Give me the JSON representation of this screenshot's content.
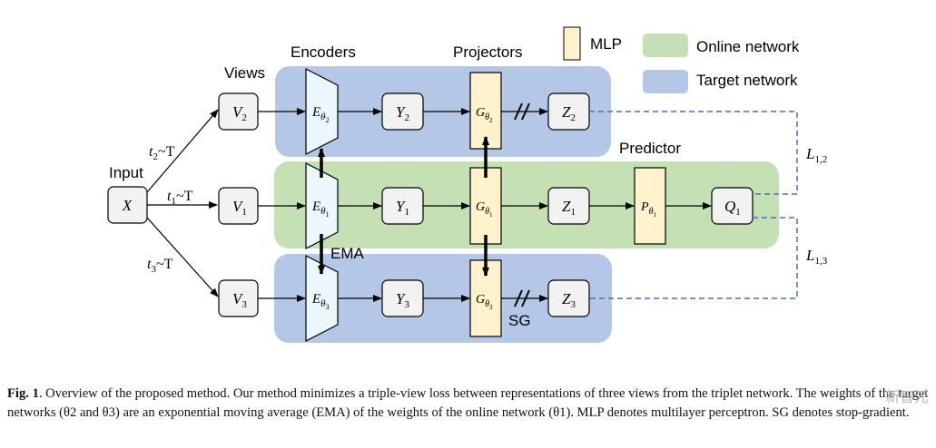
{
  "labels": {
    "encoders": "Encoders",
    "projectors": "Projectors",
    "views": "Views",
    "input": "Input",
    "predictor": "Predictor",
    "ema": "EMA",
    "sg": "SG"
  },
  "legend": {
    "mlp": "MLP",
    "online": "Online network",
    "target": "Target network"
  },
  "colors": {
    "online": "#c5e0b4",
    "target": "#b4c7e7",
    "mlp": "#fff2cc",
    "encoder": "#ebf7fd",
    "node": "#f2f2f2",
    "dashed": "#4472c4"
  },
  "transforms": {
    "t1": "1",
    "t2": "2",
    "t3": "3",
    "T": "~T"
  },
  "nodes": {
    "X": "X",
    "V": "V",
    "Y": "Y",
    "Z": "Z",
    "Q": "Q",
    "E": "E",
    "G": "G",
    "P": "P",
    "theta": "θ"
  },
  "losses": {
    "L": "L",
    "l12": "1,2",
    "l13": "1,3"
  },
  "caption": {
    "lead": "Fig. 1",
    "text": ". Overview of the proposed method. Our method minimizes a triple-view loss between representations of three views from the triplet network. The weights of the target networks (θ2 and θ3) are an exponential moving average (EMA) of the weights of the online network (θ1). MLP denotes multilayer perceptron. SG denotes stop-gradient."
  },
  "watermark": "新智元"
}
